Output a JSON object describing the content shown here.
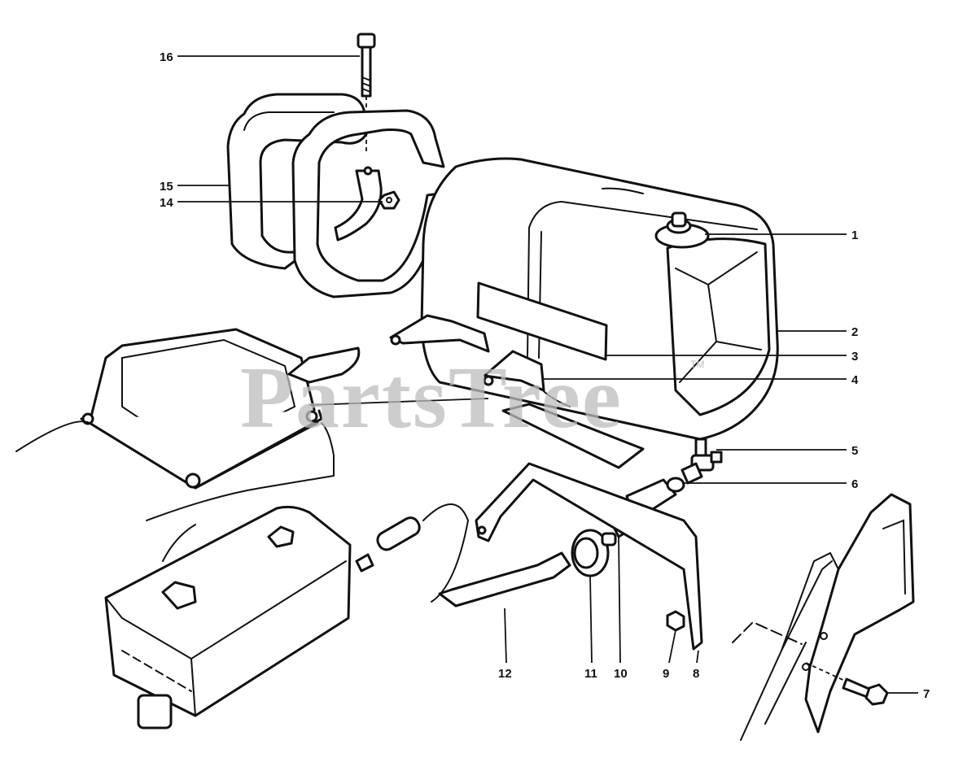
{
  "watermark": {
    "text": "PartsTree",
    "tm": "TM"
  },
  "callouts": {
    "c1": "1",
    "c2": "2",
    "c3": "3",
    "c4": "4",
    "c5": "5",
    "c6": "6",
    "c7": "7",
    "c8": "8",
    "c9": "9",
    "c10": "10",
    "c11": "11",
    "c12": "12",
    "c14": "14",
    "c15": "15",
    "c16": "16"
  },
  "colors": {
    "ink": "#111111",
    "paper": "#ffffff",
    "watermark": "#bdbdbd"
  }
}
